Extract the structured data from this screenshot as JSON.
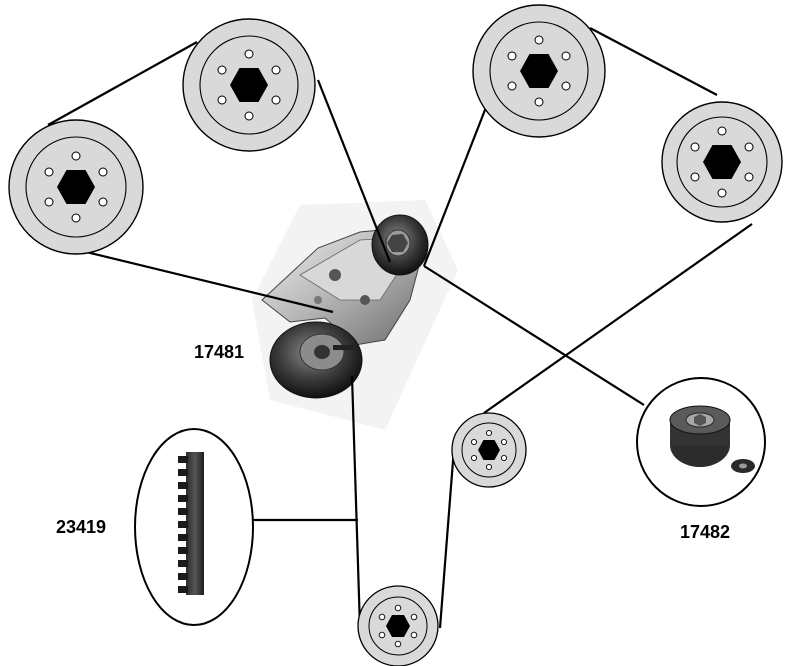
{
  "diagram": {
    "labels": {
      "tensioner": "17481",
      "belt": "23419",
      "idler": "17482"
    },
    "colors": {
      "pulley_fill": "#d9d9d9",
      "pulley_stroke": "#000000",
      "hub": "#000000",
      "belt_line": "#000000",
      "background": "#ffffff"
    },
    "icons": [
      "pulley-icon",
      "hexagon-hub-icon",
      "tensioner-photo",
      "idler-pulley-photo",
      "timing-belt-photo"
    ]
  }
}
